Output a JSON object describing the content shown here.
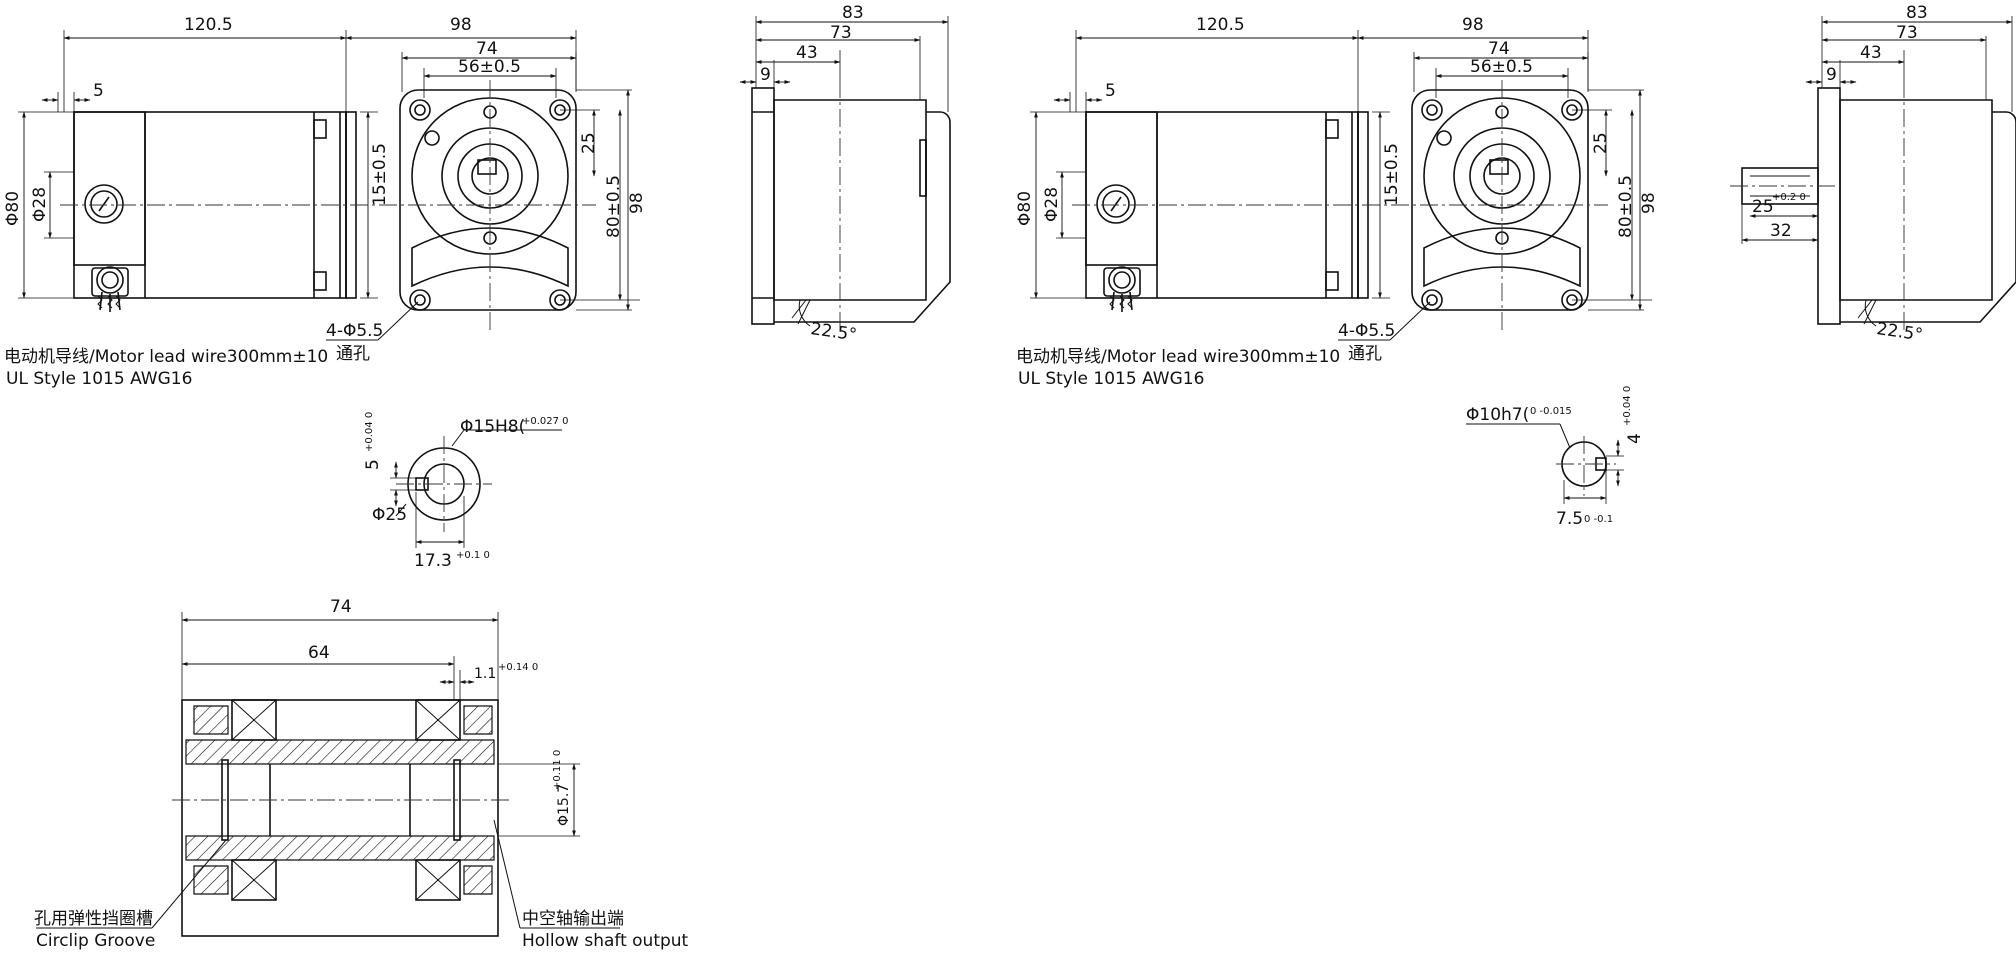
{
  "left_view": {
    "dim_length_motor": "120.5",
    "dim_length_gear": "98",
    "dim_74": "74",
    "dim_56": "56±0.5",
    "dim_5": "5",
    "dim_phi80": "Φ80",
    "dim_phi28": "Φ28",
    "dim_15": "15±0.5",
    "dim_25": "25",
    "dim_80": "80±0.5",
    "dim_98": "98",
    "hole_label": "4-Φ5.5",
    "hole_note": "通孔",
    "wire_note_1": "电动机导线/Motor lead wire300mm±10",
    "wire_note_2": "UL Style 1015 AWG16"
  },
  "side_view_1": {
    "dim_83": "83",
    "dim_73": "73",
    "dim_43": "43",
    "dim_9": "9",
    "angle": "22.5°"
  },
  "right_view": {
    "dim_length_motor": "120.5",
    "dim_length_gear": "98",
    "dim_74": "74",
    "dim_56": "56±0.5",
    "dim_5": "5",
    "dim_phi80": "Φ80",
    "dim_phi28": "Φ28",
    "dim_15": "15±0.5",
    "dim_25": "25",
    "dim_80": "80±0.5",
    "dim_98": "98",
    "hole_label": "4-Φ5.5",
    "hole_note": "通孔",
    "wire_note_1": "电动机导线/Motor lead wire300mm±10",
    "wire_note_2": "UL Style 1015 AWG16"
  },
  "side_view_2": {
    "dim_83": "83",
    "dim_73": "73",
    "dim_43": "43",
    "dim_9": "9",
    "dim_25": "25",
    "tol_25": "+0.2 0",
    "dim_32": "32",
    "angle": "22.5°"
  },
  "hollow_bore_detail": {
    "bore_label": "Φ15H8(",
    "bore_tol": "+0.027 0",
    "key_label": "5",
    "key_tol": "+0.04 0",
    "hub_label": "Φ25",
    "depth_label": "17.3",
    "depth_tol": "+0.1 0"
  },
  "shaft_detail": {
    "shaft_label": "Φ10h7(",
    "shaft_tol": "0 -0.015",
    "key_label": "4",
    "key_tol": "+0.04 0",
    "flat_label": "7.5",
    "flat_tol": "0 -0.1"
  },
  "section_view": {
    "dim_74": "74",
    "dim_64": "64",
    "dim_1_1": "1.1",
    "tol_1_1": "+0.14 0",
    "dim_phi15_7": "Φ15.7",
    "tol_phi15_7": "+0.11 0",
    "note_circlip_cn": "孔用弹性挡圈槽",
    "note_circlip_en": "Circlip Groove",
    "note_output_cn": "中空轴输出端",
    "note_output_en": "Hollow shaft output"
  }
}
